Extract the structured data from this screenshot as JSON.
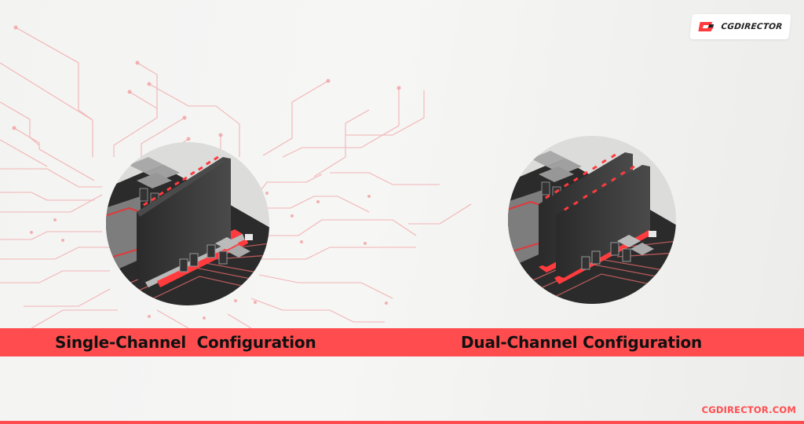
{
  "brand": {
    "logo_text": "CGDIRECTOR",
    "website": "CGDIRECTOR.COM",
    "accent_color": "#ff4d4f"
  },
  "banner": {
    "color": "#ff4d4f",
    "left_label": "Single-Channel  Configuration",
    "right_label": "Dual-Channel Configuration"
  },
  "illustrations": [
    {
      "name": "single-channel-ram-illustration",
      "ram_sticks": 1
    },
    {
      "name": "dual-channel-ram-illustration",
      "ram_sticks": 2
    }
  ]
}
